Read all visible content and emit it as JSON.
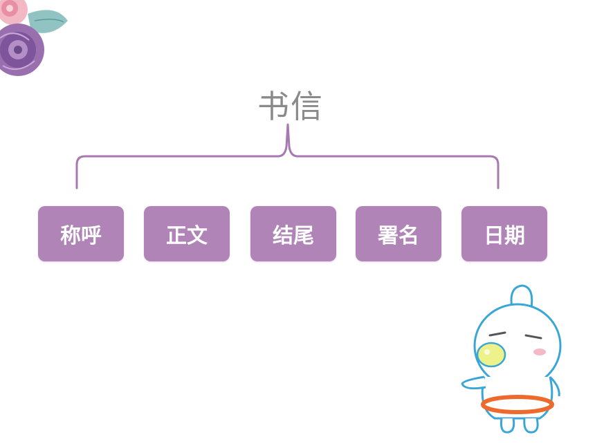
{
  "diagram": {
    "root": "书信",
    "children": [
      {
        "label": "称呼"
      },
      {
        "label": "正文"
      },
      {
        "label": "结尾"
      },
      {
        "label": "署名"
      },
      {
        "label": "日期"
      }
    ]
  },
  "colors": {
    "box_fill": "#b184b8",
    "brace_stroke": "#a878b0",
    "title_text": "#8a8a8a",
    "box_text": "#ffffff"
  },
  "icons": {
    "decoration_top_left": "flower-icon",
    "decoration_bottom_right": "mascot-icon"
  }
}
